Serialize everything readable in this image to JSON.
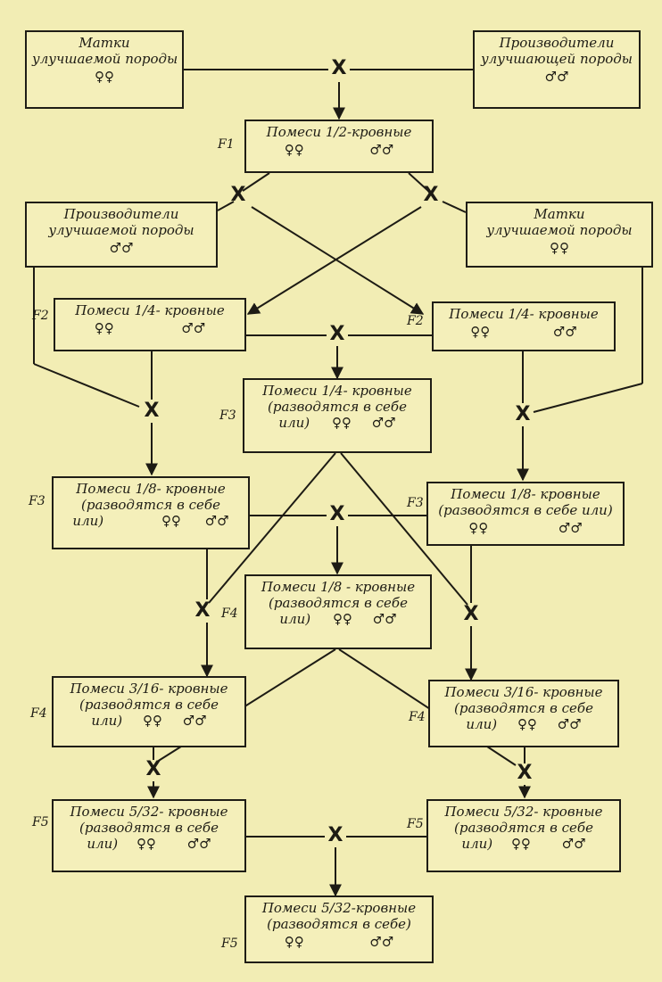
{
  "boxes": {
    "p1_left": {
      "lines": [
        "Матки",
        "улучшаемой породы"
      ],
      "sex": "♀♀"
    },
    "p1_right": {
      "lines": [
        "Производители",
        "улучшающей породы"
      ],
      "sex": "♂♂"
    },
    "f1": {
      "lines": [
        "Помеси 1/2-кровные"
      ],
      "female": "♀♀",
      "male": "♂♂"
    },
    "p2_left": {
      "lines": [
        "Производители",
        "улучшаемой породы"
      ],
      "sex": "♂♂"
    },
    "p2_right": {
      "lines": [
        "Матки",
        "улучшаемой породы"
      ],
      "sex": "♀♀"
    },
    "f2_left": {
      "lines": [
        "Помеси 1/4- кровные"
      ],
      "female": "♀♀",
      "male": "♂♂"
    },
    "f2_right": {
      "lines": [
        "Помеси 1/4- кровные"
      ],
      "female": "♀♀",
      "male": "♂♂"
    },
    "f3_center": {
      "lines": [
        "Помеси 1/4- кровные",
        "(разводятся в себе",
        "или)"
      ],
      "female": "♀♀",
      "male": "♂♂"
    },
    "f3_left": {
      "lines": [
        "Помеси 1/8- кровные",
        "(разводятся в себе",
        "или)"
      ],
      "female": "♀♀",
      "male": "♂♂"
    },
    "f3_right": {
      "lines": [
        "Помеси 1/8- кровные",
        "(разводятся в себе или)"
      ],
      "female": "♀♀",
      "male": "♂♂"
    },
    "f4_center": {
      "lines": [
        "Помеси 1/8 - кровные",
        "(разводятся в себе",
        "или)"
      ],
      "female": "♀♀",
      "male": "♂♂"
    },
    "f4_left": {
      "lines": [
        "Помеси 3/16- кровные",
        "(разводятся в себе",
        "или)"
      ],
      "female": "♀♀",
      "male": "♂♂"
    },
    "f4_right": {
      "lines": [
        "Помеси 3/16- кровные",
        "(разводятся в себе",
        "или)"
      ],
      "female": "♀♀",
      "male": "♂♂"
    },
    "f5_left": {
      "lines": [
        "Помеси 5/32- кровные",
        "(разводятся в себе",
        "или)"
      ],
      "female": "♀♀",
      "male": "♂♂"
    },
    "f5_right": {
      "lines": [
        "Помеси 5/32- кровные",
        "(разводятся в себе",
        "или)"
      ],
      "female": "♀♀",
      "male": "♂♂"
    },
    "f5_bottom": {
      "lines": [
        "Помеси 5/32-кровные",
        "(разводятся в себе)"
      ],
      "female": "♀♀",
      "male": "♂♂"
    }
  },
  "generations": {
    "f1": "F1",
    "f2": "F2",
    "f3": "F3",
    "f4": "F4",
    "f5": "F5"
  },
  "cross_symbol": "X"
}
